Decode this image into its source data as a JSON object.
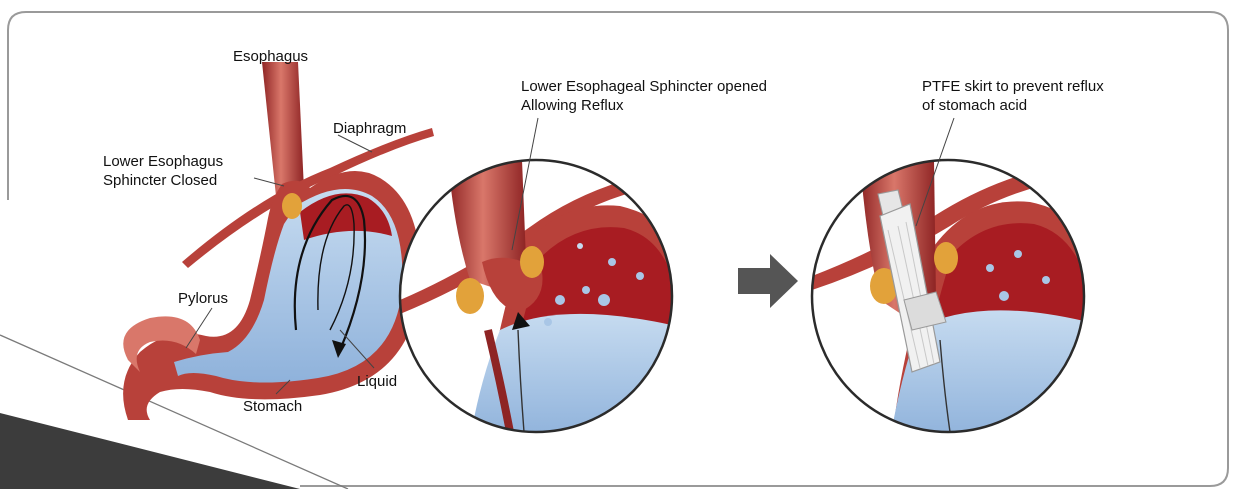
{
  "labels": {
    "esophagus": "Esophagus",
    "diaphragm": "Diaphragm",
    "les_closed_line1": "Lower Esophagus",
    "les_closed_line2": "Sphincter Closed",
    "pylorus": "Pylorus",
    "liquid": "Liquid",
    "stomach": "Stomach",
    "les_opened_line1": "Lower Esophageal Sphincter opened",
    "les_opened_line2": "Allowing Reflux",
    "ptfe_line1": "PTFE skirt to prevent reflux",
    "ptfe_line2": "of stomach acid"
  },
  "colors": {
    "frame_border": "#9a9a9a",
    "tissue_dark": "#8e2424",
    "tissue_mid": "#b8413a",
    "tissue_light": "#d9776a",
    "stomach_interior": "#a81c22",
    "liquid": "#a9c6e6",
    "liquid_dark": "#7fa6d3",
    "fat": "#e2a23a",
    "arrow": "#555555",
    "corner_wedge": "#3c3c3c"
  }
}
